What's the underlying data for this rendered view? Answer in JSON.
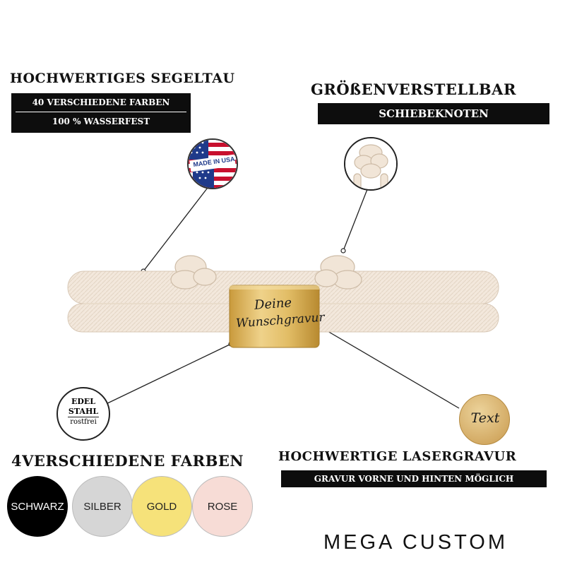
{
  "top_left": {
    "title": "HOCHWERTIGES SEGELTAU",
    "line1": "40 VERSCHIEDENE FARBEN",
    "line2": "100 % WASSERFEST"
  },
  "top_right": {
    "title": "GRÖßENVERSTELLBAR",
    "subtitle": "SCHIEBEKNOTEN"
  },
  "usa_badge": {
    "text": "MADE IN USA",
    "icon": "usa-flag-icon"
  },
  "knot_detail": {
    "icon": "sliding-knot-icon"
  },
  "tube": {
    "engraving_line1": "Deine",
    "engraving_line2": "Wunschgravur"
  },
  "steel_badge": {
    "line1": "EDEL",
    "line2": "STAHL",
    "line3": "rostfrei"
  },
  "text_badge": {
    "text": "Text"
  },
  "colors_section": {
    "title": "4VERSCHIEDENE FARBEN",
    "swatches": [
      {
        "label": "SCHWARZ",
        "color": "#000000",
        "text_color": "#ffffff"
      },
      {
        "label": "SILBER",
        "color": "#d6d6d6",
        "text_color": "#222222"
      },
      {
        "label": "GOLD",
        "color": "#f6e27a",
        "text_color": "#222222"
      },
      {
        "label": "ROSE",
        "color": "#f7dcd6",
        "text_color": "#222222"
      }
    ]
  },
  "engraving_section": {
    "title": "HOCHWERTIGE LASERGRAVUR",
    "subtitle": "GRAVUR VORNE UND HINTEN MÖGLICH"
  },
  "brand": "MEGA CUSTOM",
  "colors": {
    "rope": "#f3e8dc",
    "gold": "#d9b25a",
    "bar": "#0d0d0d"
  }
}
